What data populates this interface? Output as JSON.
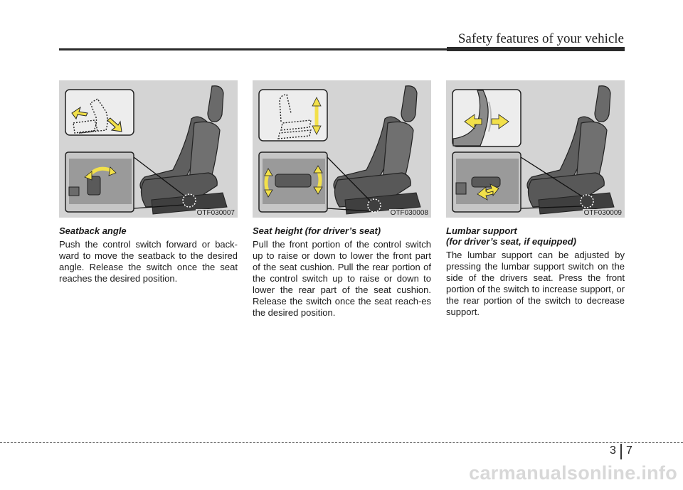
{
  "header": {
    "title": "Safety features of your vehicle"
  },
  "sections": [
    {
      "figure_code": "OTF030007",
      "title": "Seatback angle",
      "body": "Push the control switch forward or back-ward to move the seatback to the desired angle. Release the switch once the seat reaches the desired position."
    },
    {
      "figure_code": "OTF030008",
      "title": "Seat height (for driver’s seat)",
      "body": "Pull the front portion of the control switch up to raise or down to lower the front part of the seat cushion. Pull the rear portion of the control switch up to raise or down to lower the rear part of the seat cushion. Release the switch once the seat reach-es the desired position."
    },
    {
      "figure_code": "OTF030009",
      "title": "Lumbar support",
      "subtitle": "(for driver’s seat, if equipped)",
      "body": "The lumbar support can be adjusted by pressing the lumbar support switch on the side of the drivers seat. Press the front portion of the switch to increase support, or the rear portion of the switch to decrease support."
    }
  ],
  "page": {
    "chapter": "3",
    "number": "7"
  },
  "watermark": "carmanualsonline.info",
  "colors": {
    "arrow": "#f2e04a",
    "figure_bg": "#d4d4d4",
    "seat": "#5a5a5a"
  }
}
